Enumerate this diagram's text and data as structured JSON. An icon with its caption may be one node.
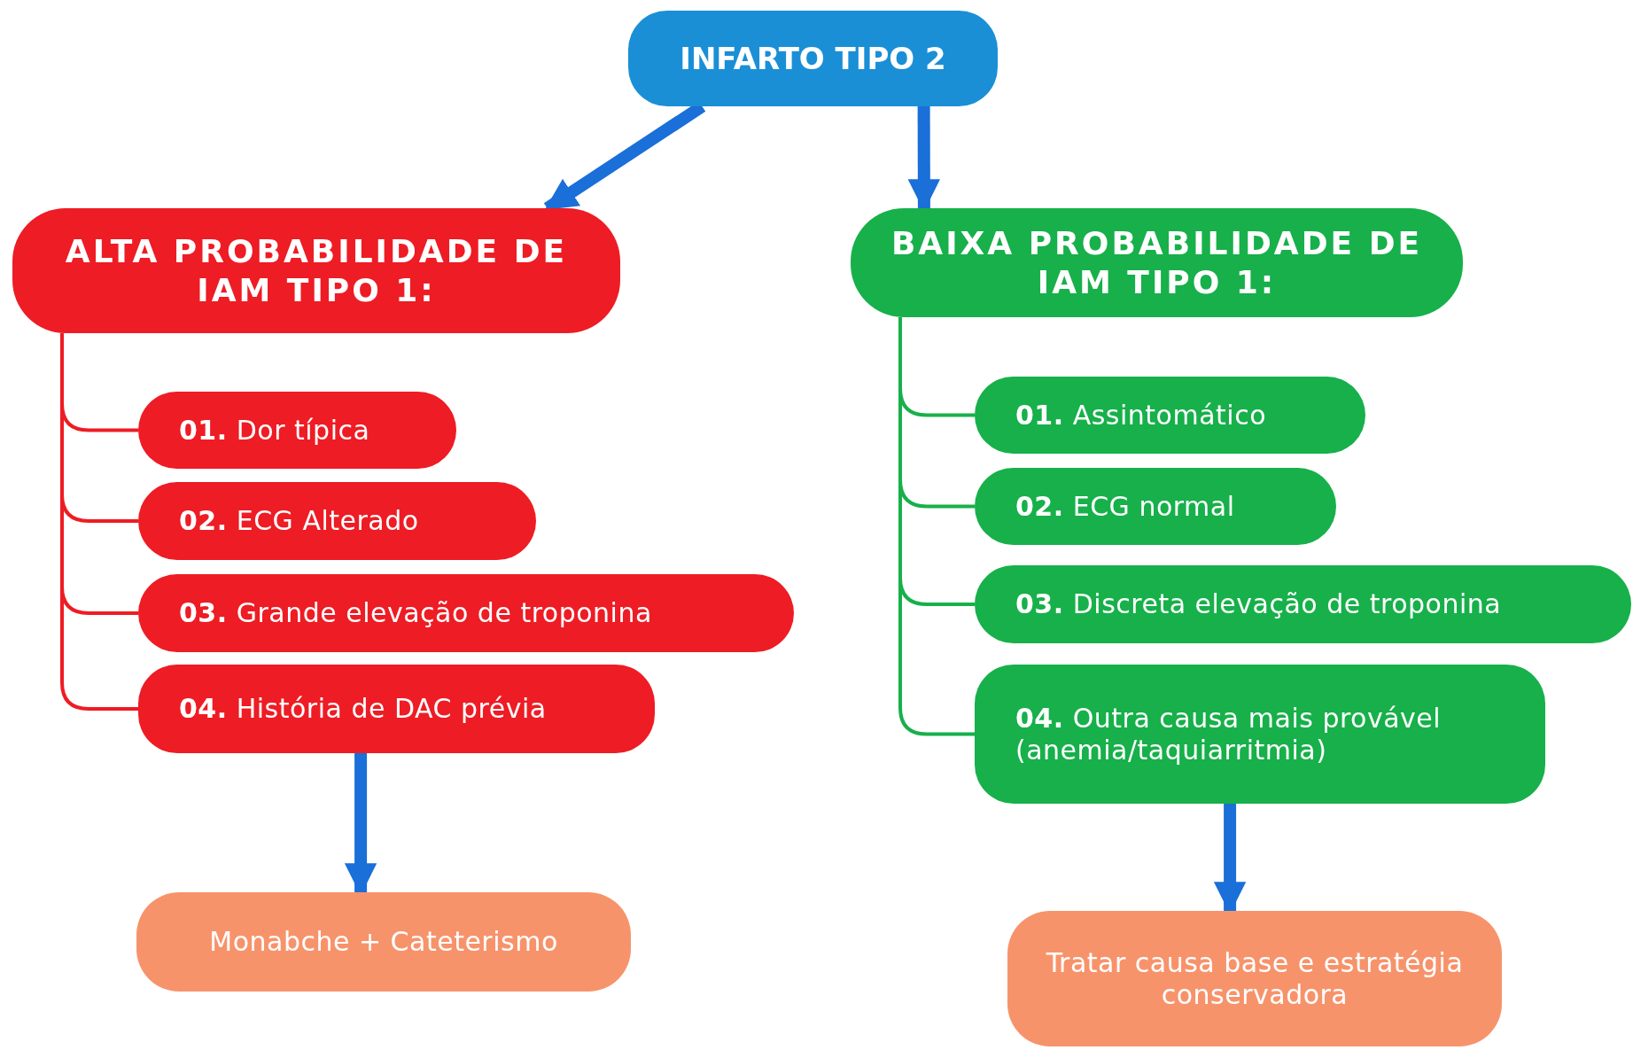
{
  "diagram": {
    "nodes": [
      {
        "text": [
          "INFARTO TIPO 2"
        ]
      },
      {
        "text": [
          "ALTA PROBABILIDADE DE IAM TIPO 1:"
        ]
      },
      {
        "text": [
          "**01.** Dor típica"
        ]
      },
      {
        "text": [
          "**02.** ECG Alterado"
        ]
      },
      {
        "text": [
          "**03.** Grande elevação de troponina"
        ]
      },
      {
        "text": [
          "**04.** História de DAC prévia"
        ]
      },
      {
        "text": [
          "Monabche + Cateterismo"
        ]
      },
      {
        "text": [
          "BAIXA PROBABILIDADE DE IAM TIPO 1:"
        ]
      },
      {
        "text": [
          "**01.** Assintomático"
        ]
      },
      {
        "text": [
          "**02.** ECG normal"
        ]
      },
      {
        "text": [
          "**03.** Discreta elevação de troponina"
        ]
      },
      {
        "text": [
          "**04.** Outra causa mais provável (anemia/taquiarritmia)"
        ]
      },
      {
        "text": [
          "Tratar causa base e estratégia conservadora"
        ]
      }
    ],
    "edges": [
      {
        "from": 0,
        "to": 1,
        "arrow": "to",
        "style": "thick",
        "color": "#1a6fd8"
      },
      {
        "from": 0,
        "to": 7,
        "arrow": "to",
        "style": "thick",
        "color": "#1a6fd8"
      },
      {
        "from": 1,
        "to": 2,
        "arrow": "none",
        "color": "#ee1c24"
      },
      {
        "from": 1,
        "to": 3,
        "arrow": "none",
        "color": "#ee1c24"
      },
      {
        "from": 1,
        "to": 4,
        "arrow": "none",
        "color": "#ee1c24"
      },
      {
        "from": 1,
        "to": 5,
        "arrow": "none",
        "color": "#ee1c24"
      },
      {
        "from": 5,
        "to": 6,
        "arrow": "to",
        "style": "thick",
        "color": "#1a6fd8"
      },
      {
        "from": 7,
        "to": 8,
        "arrow": "none",
        "color": "#17b04a"
      },
      {
        "from": 7,
        "to": 9,
        "arrow": "none",
        "color": "#17b04a"
      },
      {
        "from": 7,
        "to": 10,
        "arrow": "none",
        "color": "#17b04a"
      },
      {
        "from": 7,
        "to": 11,
        "arrow": "none",
        "color": "#17b04a"
      },
      {
        "from": 11,
        "to": 12,
        "arrow": "to",
        "style": "thick",
        "color": "#1a6fd8"
      }
    ]
  }
}
